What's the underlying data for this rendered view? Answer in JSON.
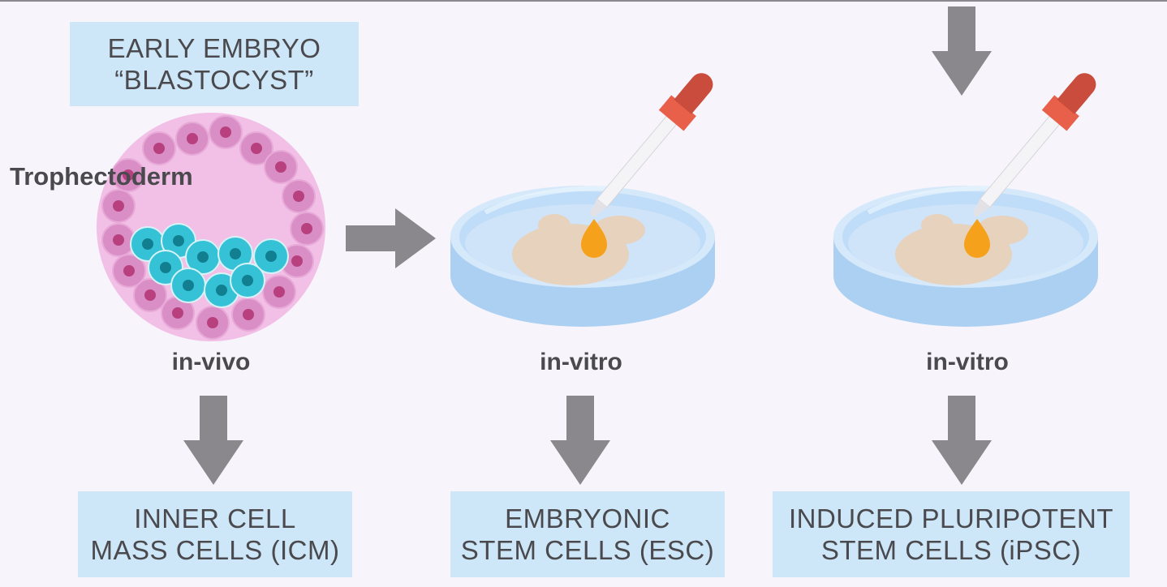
{
  "title_box": {
    "line1": "EARLY EMBRYO",
    "line2": "“BLASTOCYST”"
  },
  "labels": {
    "trophectoderm": "Trophectoderm"
  },
  "columns": [
    {
      "environment": "in-vivo",
      "result_line1": "INNER CELL",
      "result_line2": "MASS CELLS (ICM)"
    },
    {
      "environment": "in-vitro",
      "result_line1": "EMBRYONIC",
      "result_line2": "STEM CELLS (ESC)"
    },
    {
      "environment": "in-vitro",
      "result_line1": "INDUCED PLURIPOTENT",
      "result_line2": "STEM CELLS (iPSC)"
    }
  ],
  "colors": {
    "label_box": "#cde6f8",
    "text": "#4a4a4e",
    "arrow": "#8a888c",
    "blastocyst": "#f2bfe6",
    "trophectoderm_cell": "#d98ec6",
    "icm_cell": "#36c2d6",
    "dish": "#b9daf6",
    "colony": "#e7d2bd",
    "pipette_bulb": "#c94c3c",
    "drop": "#f5a11c"
  }
}
